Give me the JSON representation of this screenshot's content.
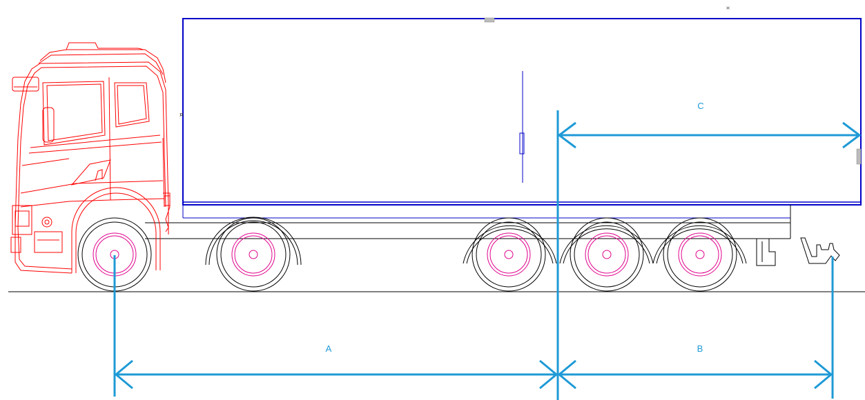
{
  "dimensions": {
    "a": {
      "label": "A"
    },
    "b": {
      "label": "B"
    },
    "c": {
      "label": "C"
    }
  },
  "colors": {
    "cab": "#ff0000",
    "body": "#0000c8",
    "chassis": "#000000",
    "hub": "#e0008c",
    "dimension": "#1e9ad6"
  }
}
